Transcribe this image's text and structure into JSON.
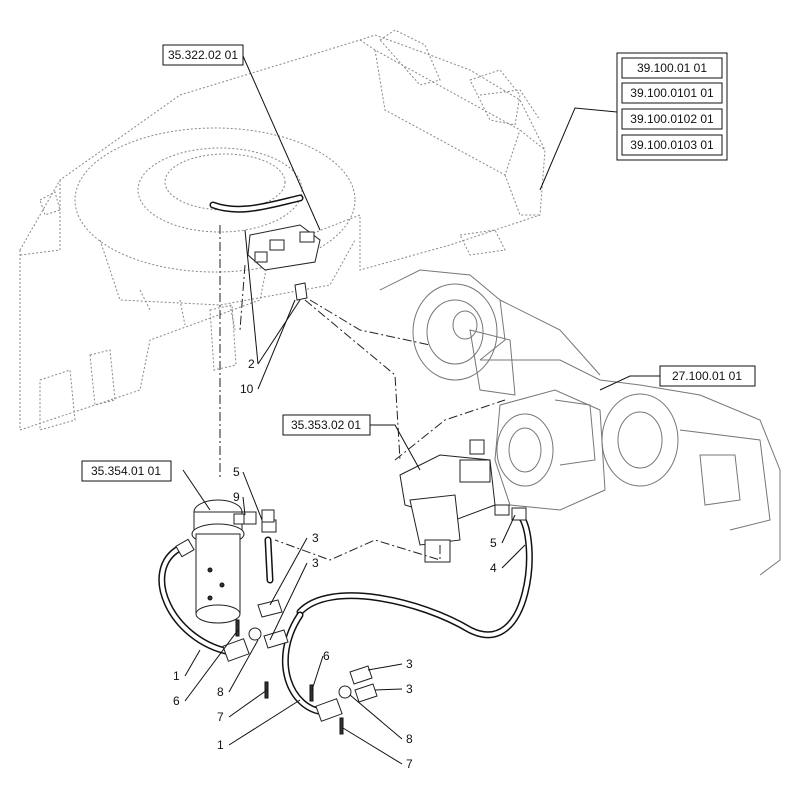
{
  "references": {
    "swivel_block": "35.322.02 01",
    "frame_group": [
      "39.100.01 01",
      "39.100.0101 01",
      "39.100.0102 01",
      "39.100.0103 01"
    ],
    "axle": "27.100.01 01",
    "valve": "35.353.02 01",
    "rotary_joint": "35.354.01 01"
  },
  "callouts": {
    "c2": "2",
    "c10": "10",
    "c5a": "5",
    "c9": "9",
    "c3a": "3",
    "c3b": "3",
    "c5b": "5",
    "c4": "4",
    "c1a": "1",
    "c6a": "6",
    "c8a": "8",
    "c7a": "7",
    "c6b": "6",
    "c3c": "3",
    "c3d": "3",
    "c1b": "1",
    "c8b": "8",
    "c7b": "7"
  }
}
